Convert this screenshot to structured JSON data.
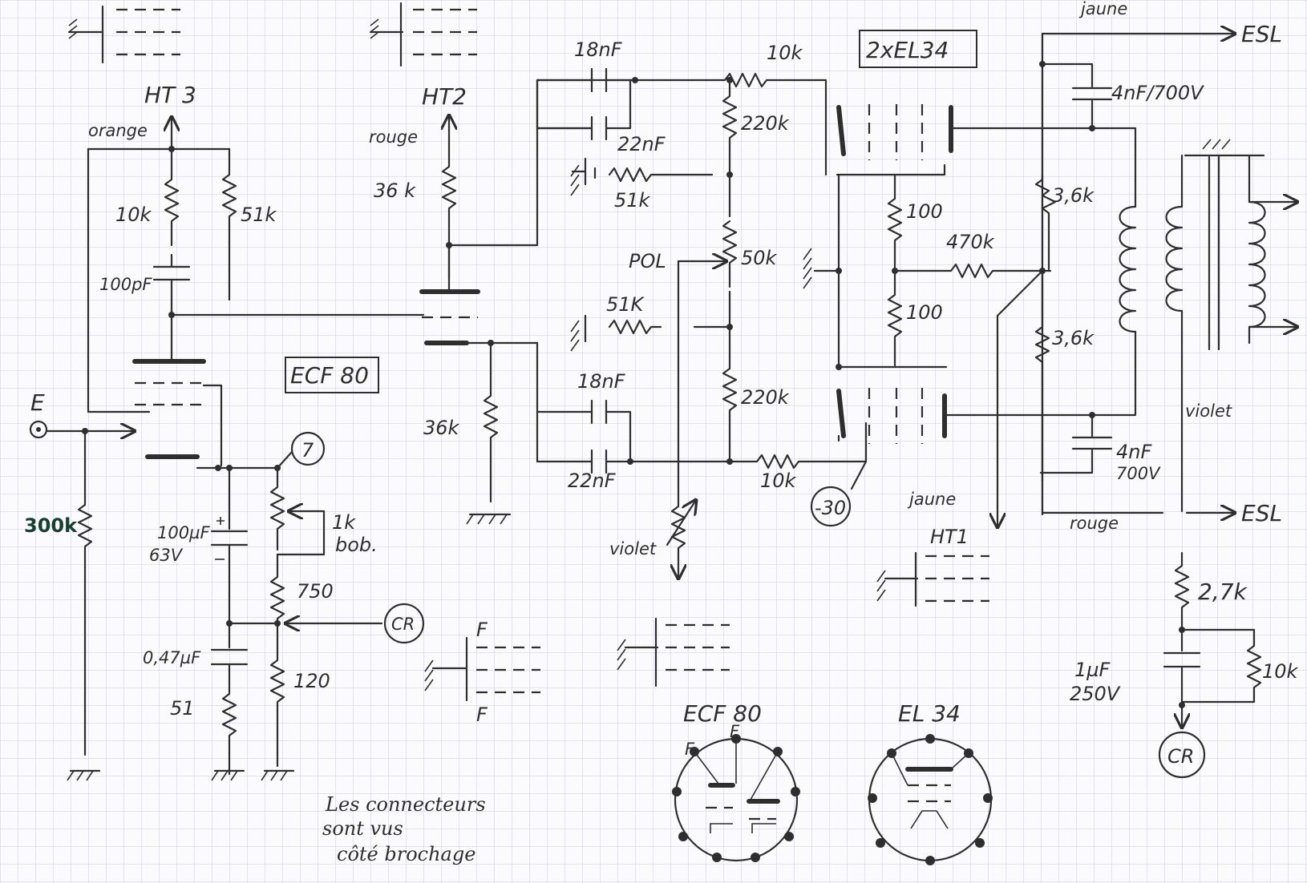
{
  "labels": {
    "ht3": "HT 3",
    "ht2": "HT2",
    "ht1": "HT1",
    "orange": "orange",
    "rouge_top": "rouge",
    "rouge_bottom": "rouge",
    "jaune_top": "jaune",
    "jaune_mid": "jaune",
    "violet_left": "violet",
    "violet_right": "violet",
    "esl_top": "ESL",
    "esl_bottom": "ESL",
    "ecf80_box": "ECF 80",
    "el34_box": "2xEL34",
    "node_7": "7",
    "node_minus30": "-30",
    "cr_mid": "CR",
    "cr_right": "CR",
    "input_e": "E",
    "pol": "POL",
    "f_top": "F",
    "f_bottom": "F",
    "pinout_ecf80": "ECF 80",
    "pinout_el34": "EL 34",
    "pinout_f1": "F",
    "pinout_f2": "F",
    "note_line1": "Les   connecteurs",
    "note_line2": "sont   vus",
    "note_line3": "côté    brochage"
  },
  "components": {
    "r_300k": "300k",
    "r_10k_ht3": "10k",
    "r_51k_ht3": "51k",
    "c_100pf": "100pF",
    "r_36k_top": "36 k",
    "r_36k_bottom": "36k",
    "c_18nf_top": "18nF",
    "c_22nf_top": "22nF",
    "r_51k_top": "51k",
    "r_10k_top": "10k",
    "r_220k_top": "220k",
    "pot_50k": "50k",
    "r_51k_mid": "51K",
    "c_18nf_bottom": "18nF",
    "c_22nf_bottom": "22nF",
    "r_220k_bottom": "220k",
    "r_10k_bottom": "10k",
    "r_100_top": "100",
    "r_100_bottom": "100",
    "r_470k": "470k",
    "r_3_6k_top": "3,6k",
    "r_3_6k_bottom": "3,6k",
    "c_4nf_top": "4nF/700V",
    "c_4nf_bottom_a": "4nF",
    "c_4nf_bottom_b": "700V",
    "c_100uf_a": "100µF",
    "c_100uf_b": "63V",
    "pot_1k_a": "1k",
    "pot_1k_b": "bob.",
    "r_750": "750",
    "r_120": "120",
    "c_047uf": "0,47µF",
    "r_51": "51",
    "r_2_7k": "2,7k",
    "c_1uf_a": "1µF",
    "c_1uf_b": "250V",
    "r_10k_right": "10k"
  },
  "colors": {
    "ink": "#2e2e2e",
    "paper": "#fbfbfd",
    "grid": "#c8cbe6",
    "highlight_label": "#16402f"
  }
}
